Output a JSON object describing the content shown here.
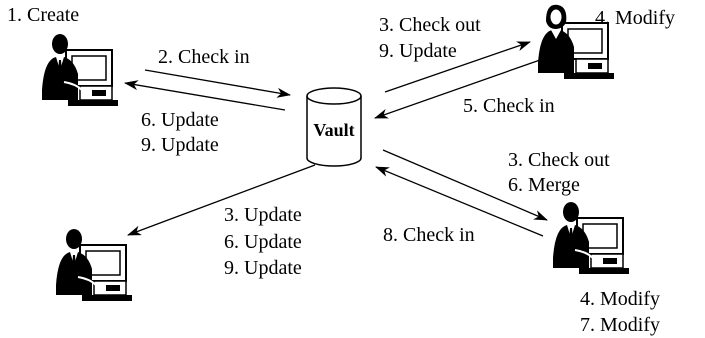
{
  "labels": {
    "create": "1. Create",
    "check_in_2": "2. Check in",
    "update_6_left": "6. Update",
    "update_9_left": "9. Update",
    "vault": "Vault",
    "check_out_3_top": "3. Check out",
    "update_9_top": "9. Update",
    "modify_4_top": "4. Modify",
    "check_in_5": "5. Check in",
    "check_out_3_right": "3. Check out",
    "merge_6": "6. Merge",
    "check_in_8": "8. Check in",
    "update_3_bottom": "3. Update",
    "update_6_bottom": "6. Update",
    "update_9_bottom": "9. Update",
    "modify_4_bottom": "4. Modify",
    "modify_7_bottom": "7. Modify"
  },
  "users": [
    {
      "icon": "male-user-at-computer-icon"
    },
    {
      "icon": "female-user-at-computer-icon"
    },
    {
      "icon": "male-user-at-computer-icon"
    },
    {
      "icon": "male-user-at-computer-icon"
    }
  ],
  "colors": {
    "line": "#000000",
    "background": "#ffffff",
    "shirt": "#ffffff",
    "dark": "#000000"
  }
}
